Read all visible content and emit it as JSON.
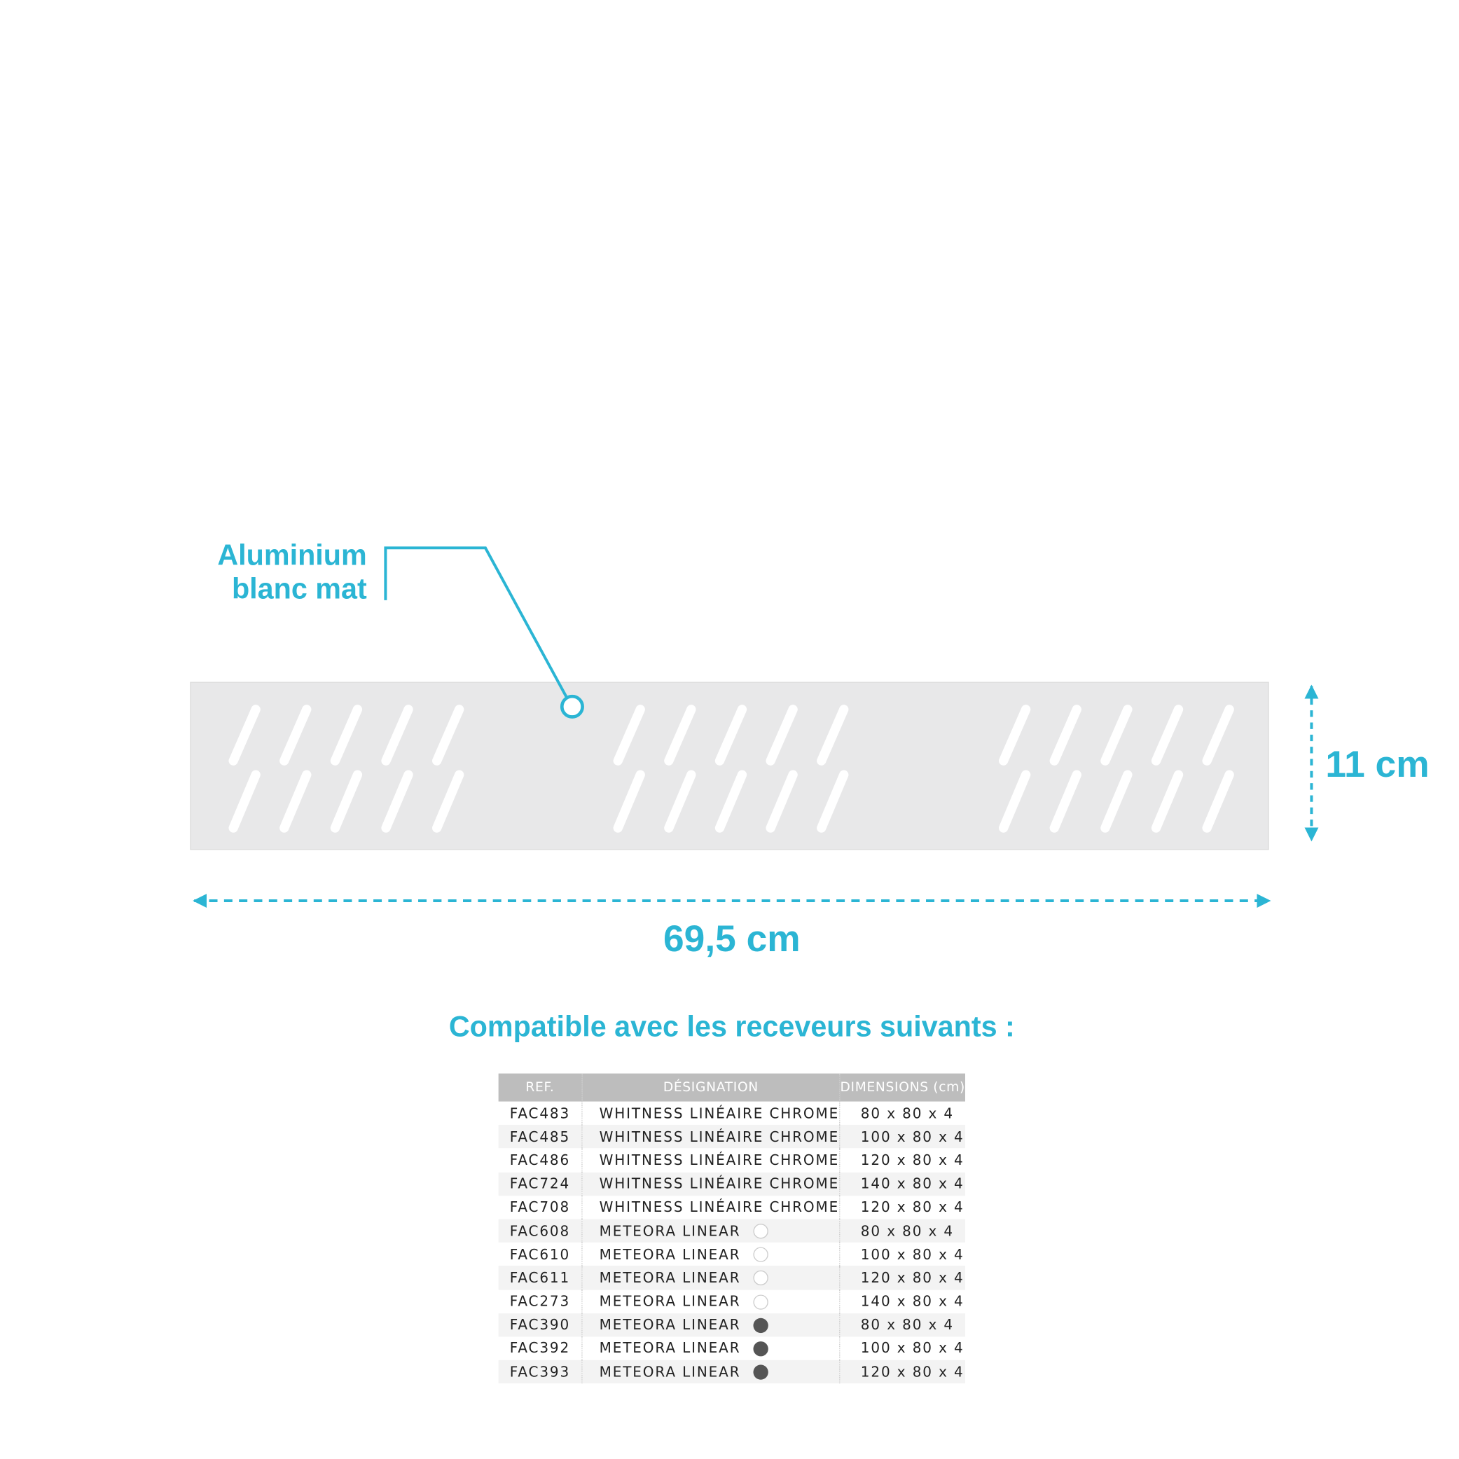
{
  "callout": {
    "line1": "Aluminium",
    "line2": "blanc mat"
  },
  "height_label": "11 cm",
  "width_label": "69,5 cm",
  "heading": "Compatible avec les receveurs suivants :",
  "colors": {
    "accent": "#2bb5d4",
    "grate": "#e8e8e9",
    "header": "#bdbdbd"
  },
  "table": {
    "headers": [
      "REF.",
      "DÉSIGNATION",
      "DIMENSIONS (cm)"
    ],
    "rows": [
      {
        "ref": "FAC483",
        "designation": "WHITNESS LINÉAIRE CHROME",
        "color": "",
        "dimensions": "80 x 80 x 4"
      },
      {
        "ref": "FAC485",
        "designation": "WHITNESS LINÉAIRE CHROME",
        "color": "",
        "dimensions": "100 x 80 x 4"
      },
      {
        "ref": "FAC486",
        "designation": "WHITNESS LINÉAIRE CHROME",
        "color": "",
        "dimensions": "120 x 80 x 4"
      },
      {
        "ref": "FAC724",
        "designation": "WHITNESS LINÉAIRE CHROME",
        "color": "",
        "dimensions": "140 x 80 x 4"
      },
      {
        "ref": "FAC708",
        "designation": "WHITNESS LINÉAIRE CHROME",
        "color": "",
        "dimensions": "120 x 80 x 4"
      },
      {
        "ref": "FAC608",
        "designation": "METEORA LINEAR",
        "color": "white",
        "dimensions": "80 x 80 x 4"
      },
      {
        "ref": "FAC610",
        "designation": "METEORA LINEAR",
        "color": "white",
        "dimensions": "100 x 80 x 4"
      },
      {
        "ref": "FAC611",
        "designation": "METEORA LINEAR",
        "color": "white",
        "dimensions": "120 x 80 x 4"
      },
      {
        "ref": "FAC273",
        "designation": "METEORA LINEAR",
        "color": "white",
        "dimensions": "140 x 80 x 4"
      },
      {
        "ref": "FAC390",
        "designation": "METEORA LINEAR",
        "color": "dark",
        "dimensions": "80 x 80 x 4"
      },
      {
        "ref": "FAC392",
        "designation": "METEORA LINEAR",
        "color": "dark",
        "dimensions": "100 x 80 x 4"
      },
      {
        "ref": "FAC393",
        "designation": "METEORA LINEAR",
        "color": "dark",
        "dimensions": "120 x 80 x 4"
      }
    ]
  }
}
